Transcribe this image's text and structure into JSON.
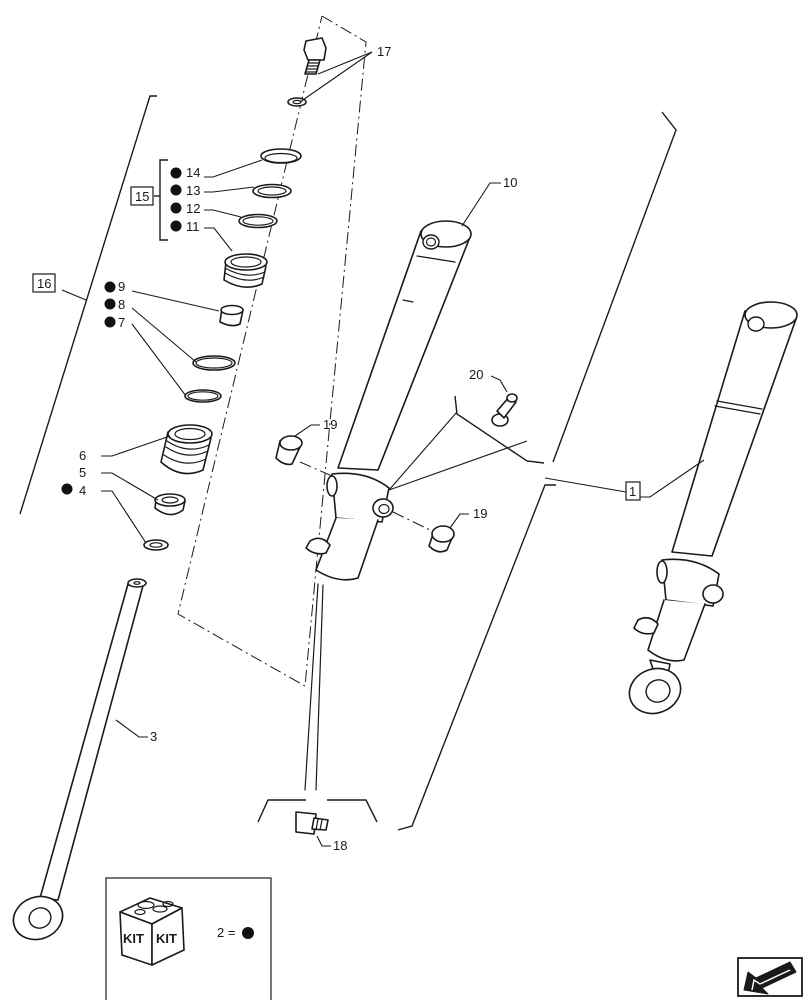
{
  "callouts": {
    "c17": "17",
    "c14": "14",
    "c13": "13",
    "c12": "12",
    "c11": "11",
    "c15": "15",
    "c16": "16",
    "c9": "9",
    "c8": "8",
    "c7": "7",
    "c6": "6",
    "c5": "5",
    "c4": "4",
    "c3": "3",
    "c10": "10",
    "c20": "20",
    "c19a": "19",
    "c19b": "19",
    "c1": "1",
    "c18": "18"
  },
  "kit_legend": {
    "kit_word_left": "KIT",
    "kit_word_right": "KIT",
    "equation": "2 ="
  },
  "colors": {
    "line": "#1a1a1a",
    "bullet": "#111111",
    "background": "#ffffff"
  },
  "icons": {
    "legend_symbol": "black-bullet-icon",
    "navigation": "return-arrow-icon"
  }
}
